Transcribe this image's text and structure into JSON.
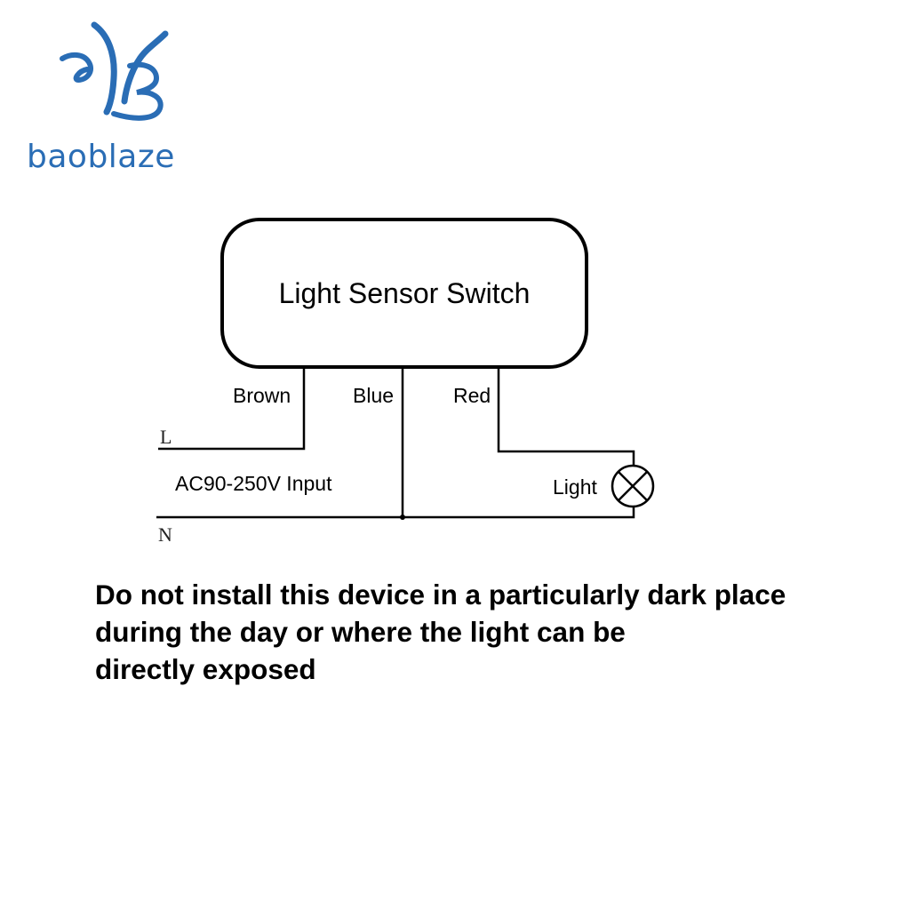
{
  "brand": {
    "name": "baoblaze",
    "color": "#2a6db5",
    "icon": "bb-swoosh-logo-icon"
  },
  "diagram": {
    "box_label": "Light Sensor Switch",
    "wires": {
      "brown": "Brown",
      "blue": "Blue",
      "red": "Red"
    },
    "line_label": "L",
    "neutral_label": "N",
    "input_label": "AC90-250V Input",
    "load_label": "Light",
    "load_icon": "lamp-icon"
  },
  "warning": {
    "lines": [
      "Do not install this device in a particularly dark place",
      "during the day or where the light can be",
      "directly exposed"
    ]
  }
}
